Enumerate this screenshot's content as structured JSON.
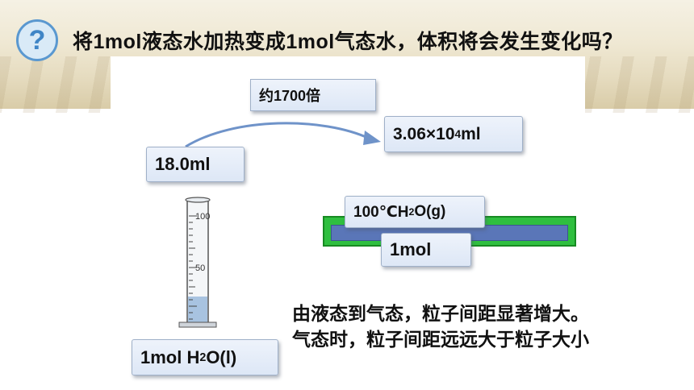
{
  "header": {
    "question_icon": "?",
    "title": "将1mol液态水加热变成1mol气态水，体积将会发生变化吗？"
  },
  "diagram": {
    "ratio_label": "约1700倍",
    "gas_volume_base": "3.06×10",
    "gas_volume_exp": "4",
    "gas_volume_unit": "ml",
    "liquid_volume": "18.0ml",
    "gas_condition_pre": "100℃H",
    "gas_condition_sub": "2",
    "gas_condition_post": "O(g)",
    "gas_amount": "1mol",
    "liquid_label_pre": "1mol H",
    "liquid_label_sub": "2",
    "liquid_label_post": "O(l)",
    "cylinder_tick_top": "100",
    "cylinder_tick_mid": "50"
  },
  "text": {
    "line1": "由液态到气态，粒子间距显著增大。",
    "line2": "气态时，粒子间距远远大于粒子大小"
  }
}
